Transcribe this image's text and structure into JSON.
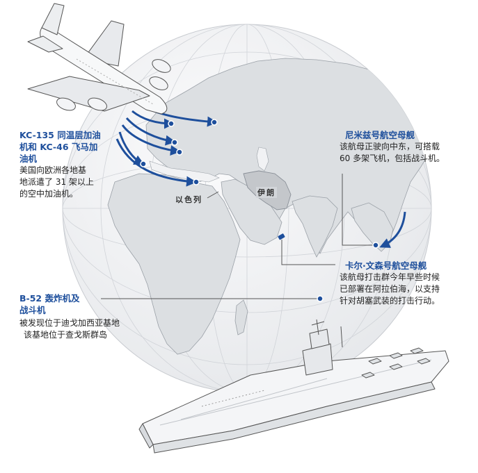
{
  "colors": {
    "accent_blue": "#1e4f9c",
    "ocean": "#f3f4f6",
    "land": "#dfe1e4",
    "land_highlight": "#c9cbcf",
    "grid": "#bfc3c8",
    "leader": "#555555"
  },
  "annotations": {
    "tankers": {
      "title_line1": "KC-135 同温层加油",
      "title_line2": "机和 KC-46 飞马加",
      "title_line3": "油机",
      "body_line1": "美国向欧洲各地基",
      "body_line2": "地派遣了 31 架以上",
      "body_line3": "的空中加油机。"
    },
    "nimitz": {
      "title": "尼米兹号航空母舰",
      "body_line1": "该航母正驶向中东，可搭载",
      "body_line2": "60 多架飞机，包括战斗机。"
    },
    "vinson": {
      "title": "卡尔·文森号航空母舰",
      "body_line1": "该航母打击群今年早些时候",
      "body_line2": "已部署在阿拉伯海，以支持",
      "body_line3": "针对胡塞武装的打击行动。"
    },
    "b52": {
      "title_line1": "B-52 轰炸机及",
      "title_line2": "战斗机",
      "body_line1": "被发现位于迪戈加西亚基地",
      "body_line2": "该基地位于查戈斯群岛"
    }
  },
  "countries": {
    "israel": "以色列",
    "iran": "伊朗"
  },
  "icons": [
    "tanker-aircraft-icon",
    "aircraft-carrier-icon",
    "location-dot-icon",
    "route-arrow-icon"
  ]
}
